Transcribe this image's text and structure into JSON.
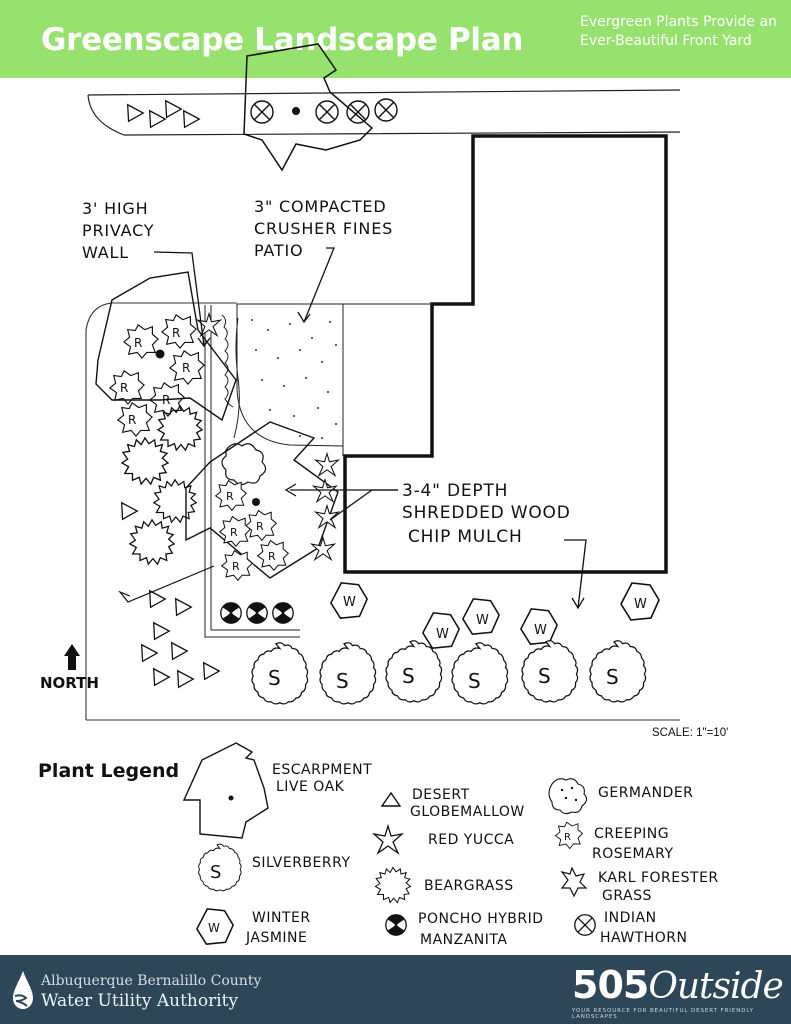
{
  "header": {
    "title": "Greenscape Landscape Plan",
    "subtitle": "Evergreen Plants Provide an Ever-Beautiful Front Yard",
    "background_color": "#97e16f"
  },
  "plan": {
    "annotations": {
      "wall": [
        "3' HIGH",
        "PRIVACY",
        "WALL"
      ],
      "patio": [
        "3\" COMPACTED",
        "CRUSHER FINES",
        "PATIO"
      ],
      "mulch": [
        "3-4\" DEPTH",
        "SHREDDED WOOD",
        "CHIP MULCH"
      ]
    },
    "north_label": "NORTH",
    "scale_label": "SCALE: 1\"=10'",
    "plant_symbol_letters": {
      "silverberry": "S",
      "winter_jasmine": "W",
      "creeping_rosemary": "R"
    }
  },
  "legend": {
    "title": "Plant Legend",
    "items": [
      {
        "icon": "escarpment-live-oak-icon",
        "lines": [
          "ESCARPMENT",
          "LIVE OAK"
        ]
      },
      {
        "icon": "silverberry-icon",
        "lines": [
          "SILVERBERRY"
        ]
      },
      {
        "icon": "winter-jasmine-icon",
        "lines": [
          "WINTER",
          "JASMINE"
        ]
      },
      {
        "icon": "desert-globemallow-icon",
        "lines": [
          "DESERT",
          "GLOBEMALLOW"
        ]
      },
      {
        "icon": "red-yucca-icon",
        "lines": [
          "RED YUCCA"
        ]
      },
      {
        "icon": "beargrass-icon",
        "lines": [
          "BEARGRASS"
        ]
      },
      {
        "icon": "poncho-hybrid-manzanita-icon",
        "lines": [
          "PONCHO HYBRID",
          "MANZANITA"
        ]
      },
      {
        "icon": "germander-icon",
        "lines": [
          "GERMANDER"
        ]
      },
      {
        "icon": "creeping-rosemary-icon",
        "lines": [
          "CREEPING",
          "ROSEMARY"
        ]
      },
      {
        "icon": "karl-forester-grass-icon",
        "lines": [
          "KARL FORESTER",
          "GRASS"
        ]
      },
      {
        "icon": "indian-hawthorn-icon",
        "lines": [
          "INDIAN",
          "HAWTHORN"
        ]
      }
    ]
  },
  "footer": {
    "org_line1": "Albuquerque Bernalillo County",
    "org_line2": "Water Utility Authority",
    "brand_prefix": "505",
    "brand_suffix": "Outside",
    "tagline": "YOUR RESOURCE FOR BEAUTIFUL DESERT FRIENDLY LANDSCAPES",
    "background_color": "#2d4658"
  }
}
